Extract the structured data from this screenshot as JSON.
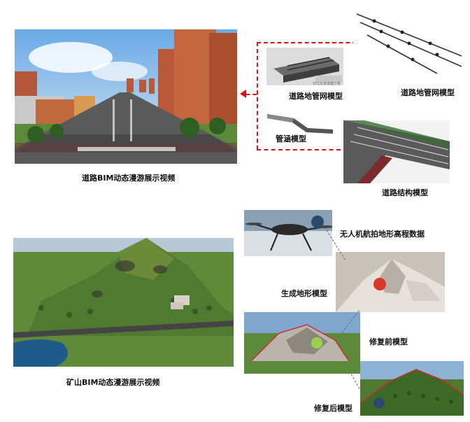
{
  "road": {
    "main_caption": "道路BIM动态漫游展示视频",
    "pipe_label_top": "道路地管网模型",
    "pipe_label_center": "道路地管网模型",
    "culvert_label": "管涵模型",
    "structure_label": "道路结构模型",
    "image_watermark": "刊江大道道渡小桥"
  },
  "mine": {
    "main_caption": "矿山BIM动态漫游展示视频",
    "drone_label": "无人机航拍地形高程数据",
    "terrain_label": "生成地形模型",
    "before_label": "修复前模型",
    "after_label": "修复后模型"
  },
  "colors": {
    "accent_dash": "#d11111",
    "dot_drone": "#2c4a6e",
    "dot_terrain": "#d9362b",
    "dot_before": "#9bd14a",
    "dot_after": "#2c4a6e"
  }
}
